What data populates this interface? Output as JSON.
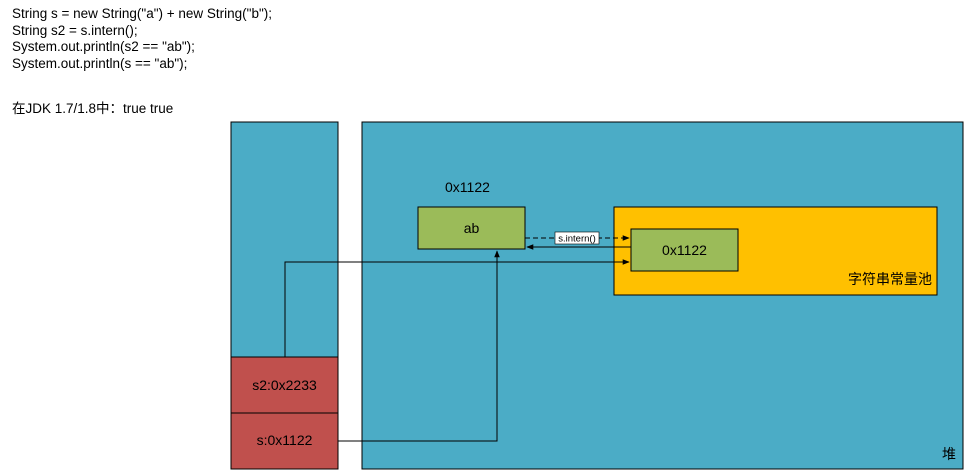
{
  "code_lines": [
    "String s = new String(\"a\") + new String(\"b\");",
    "String s2 = s.intern();",
    "System.out.println(s2 == \"ab\");",
    "System.out.println(s == \"ab\");"
  ],
  "result_text": "在JDK 1.7/1.8中：true true",
  "diagram": {
    "heap_label": "堆",
    "heap_object_address": "0x1122",
    "heap_object_value": "ab",
    "string_pool_label": "字符串常量池",
    "pool_entry_value": "0x1122",
    "intern_call_label": "s.intern()",
    "stack_s2": "s2:0x2233",
    "stack_s": "s:0x1122"
  },
  "colors": {
    "region_fill": "#4bacc6",
    "object_fill": "#9bbb59",
    "pool_fill": "#ffc000",
    "stack_var_fill": "#c0504d"
  }
}
